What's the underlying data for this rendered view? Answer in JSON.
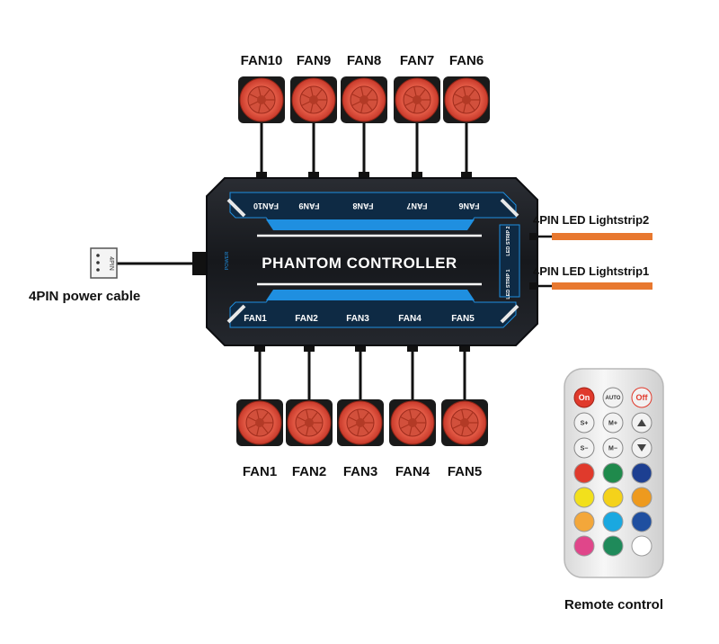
{
  "controller": {
    "title": "PHANTOM CONTROLLER",
    "top_ports": [
      "FAN10",
      "FAN9",
      "FAN8",
      "FAN7",
      "FAN6"
    ],
    "bottom_ports": [
      "FAN1",
      "FAN2",
      "FAN3",
      "FAN4",
      "FAN5"
    ],
    "strip_ports": [
      "LED STRIP 2",
      "LED STRIP 1"
    ],
    "power_port": "POWER",
    "accent_color": "#1f8fe0",
    "body_color": "#1b1d22"
  },
  "fans": {
    "top_labels": [
      "FAN10",
      "FAN9",
      "FAN8",
      "FAN7",
      "FAN6"
    ],
    "bottom_labels": [
      "FAN1",
      "FAN2",
      "FAN3",
      "FAN4",
      "FAN5"
    ],
    "ring_color": "#e8503a"
  },
  "strips": {
    "labels": [
      "4PIN LED Lightstrip2",
      "4PIN LED Lightstrip1"
    ],
    "color": "#e8782f"
  },
  "power": {
    "label": "4PIN power cable",
    "connector_text": "4PIN"
  },
  "remote": {
    "label": "Remote control",
    "buttons": {
      "on": "On",
      "auto": "AUTO",
      "off": "Off",
      "speed_up": "S+",
      "speed_down": "S−",
      "mode_up": "M+",
      "mode_down": "M−"
    },
    "icons": [
      "brightness-up-icon",
      "brightness-down-icon"
    ],
    "color_buttons": [
      "#e03a2c",
      "#1f8a4c",
      "#1d3f91",
      "#f2e01c",
      "#f4d21a",
      "#ee9a1e",
      "#f3a73a",
      "#1aa8e0",
      "#1f4fa0",
      "#e0468a",
      "#1f8a5a",
      "#ffffff"
    ]
  }
}
